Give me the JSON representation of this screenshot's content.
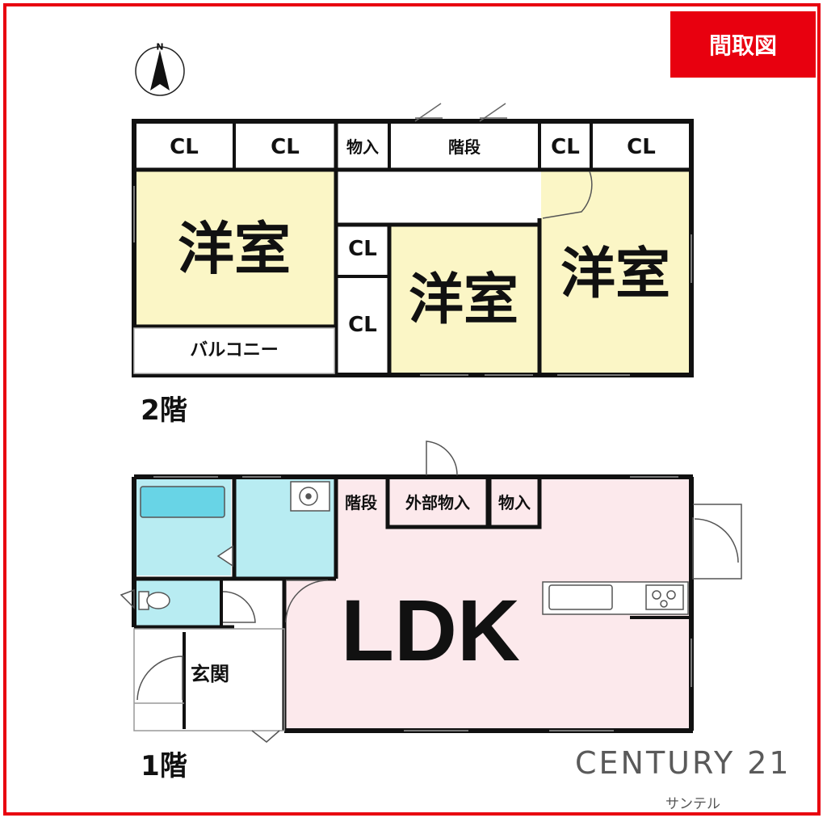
{
  "badge": "間取図",
  "compass": {
    "letter": "N"
  },
  "floor2": {
    "label": "2階",
    "rooms": {
      "cl1": "CL",
      "cl2": "CL",
      "storage": "物入",
      "stairs": "階段",
      "cl3": "CL",
      "cl4": "CL",
      "western_left": "洋室",
      "cl_mid_top": "CL",
      "cl_mid_bottom": "CL",
      "western_center": "洋室",
      "western_right": "洋室",
      "balcony": "バルコニー"
    }
  },
  "floor1": {
    "label": "1階",
    "rooms": {
      "stairs": "階段",
      "outdoor_storage": "外部物入",
      "storage": "物入",
      "ldk": "LDK",
      "entrance": "玄関"
    }
  },
  "brand": {
    "name": "CENTURY 21",
    "sub": "サンテル"
  },
  "colors": {
    "frame": "#e8000f",
    "western": "#fbf6c6",
    "ldk": "#fce9ec",
    "water": "#b8ecf2",
    "wall": "#111111"
  }
}
